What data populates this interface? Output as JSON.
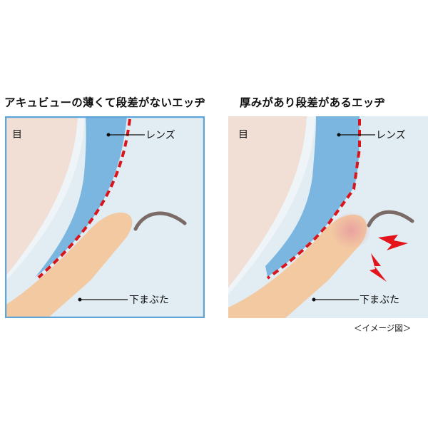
{
  "left": {
    "title": "アキュビューの薄くて段差がないエッヂ",
    "labels": {
      "eye": "目",
      "lens": "レンズ",
      "eyelid": "下まぶた"
    }
  },
  "right": {
    "title": "厚みがあり段差があるエッヂ",
    "labels": {
      "eye": "目",
      "lens": "レンズ",
      "eyelid": "下まぶた"
    }
  },
  "caption": "＜イメージ図＞",
  "colors": {
    "background": "#e2ecf3",
    "eye": "#f1ded5",
    "tear_film": "#eef4f8",
    "lens": "#7ab6df",
    "eyelid": "#f2c9a1",
    "lashes": "#7a6b66",
    "dashed_edge": "#d9141b",
    "pain_bolt": "#e3141b",
    "border": "#5ea6d9"
  },
  "icons": [
    "eyelash-icon",
    "lightning-bolt-icon"
  ]
}
